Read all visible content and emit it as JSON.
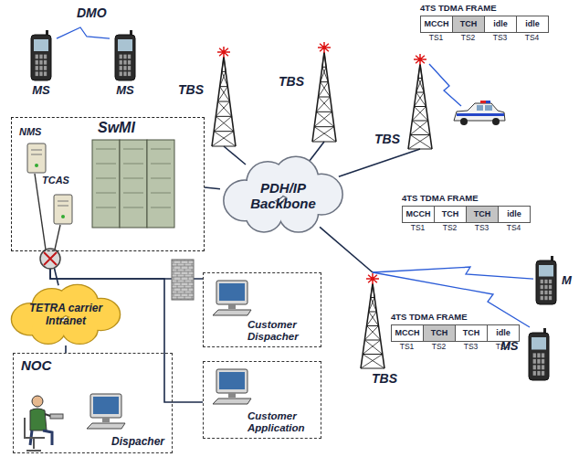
{
  "diagram": {
    "nodes": [
      {
        "text": [
          "MS"
        ]
      },
      {
        "text": [
          "MS"
        ]
      },
      {
        "text": [
          "TBS"
        ]
      },
      {
        "text": [
          "TBS"
        ]
      },
      {
        "text": [
          "TBS"
        ]
      },
      {
        "text": [
          "4TS TDMA FRAME",
          "MCCH",
          "TCH",
          "idle",
          "idle",
          "TS1",
          "TS2",
          "TS3",
          "TS4"
        ]
      },
      {
        "text": [
          "SwMI"
        ]
      },
      {
        "text": [
          "NMS"
        ],
        "in": 6
      },
      {
        "text": [
          "TCAS"
        ],
        "in": 6
      },
      {
        "text": [
          "PDH/IP Backbone"
        ]
      },
      {
        "text": [
          "4TS TDMA FRAME",
          "MCCH",
          "TCH",
          "TCH",
          "idle",
          "TS1",
          "TS2",
          "TS3",
          "TS4"
        ]
      },
      {
        "text": [
          "M"
        ]
      },
      {
        "text": [
          "TETRA carrier Intranet"
        ]
      },
      {
        "text": [
          "Customer Dispacher"
        ]
      },
      {
        "text": [
          "4TS TDMA FRAME",
          "MCCH",
          "TCH",
          "TCH",
          "idle",
          "TS1",
          "TS2",
          "TS3",
          "TS4"
        ]
      },
      {
        "text": [
          "TBS"
        ]
      },
      {
        "text": [
          "MS"
        ]
      },
      {
        "text": [
          "Customer Application"
        ]
      },
      {
        "text": [
          "NOC",
          "Dispacher"
        ]
      }
    ],
    "edges": [
      {
        "from": 0,
        "to": 1,
        "arrow": "none"
      },
      {
        "from": 2,
        "to": 9,
        "arrow": "none"
      },
      {
        "from": 3,
        "to": 9,
        "arrow": "none"
      },
      {
        "from": 4,
        "to": 9,
        "arrow": "none"
      },
      {
        "from": 6,
        "to": 9,
        "arrow": "none"
      },
      {
        "from": 15,
        "to": 9,
        "arrow": "none"
      },
      {
        "from": 6,
        "to": 12,
        "arrow": "none"
      },
      {
        "from": 6,
        "to": 13,
        "arrow": "none"
      },
      {
        "from": 6,
        "to": 17,
        "arrow": "none"
      },
      {
        "from": 12,
        "to": 18,
        "arrow": "none"
      },
      {
        "from": 15,
        "to": 11,
        "arrow": "none"
      },
      {
        "from": 15,
        "to": 16,
        "arrow": "none"
      }
    ],
    "labels": [
      "DMO"
    ]
  }
}
